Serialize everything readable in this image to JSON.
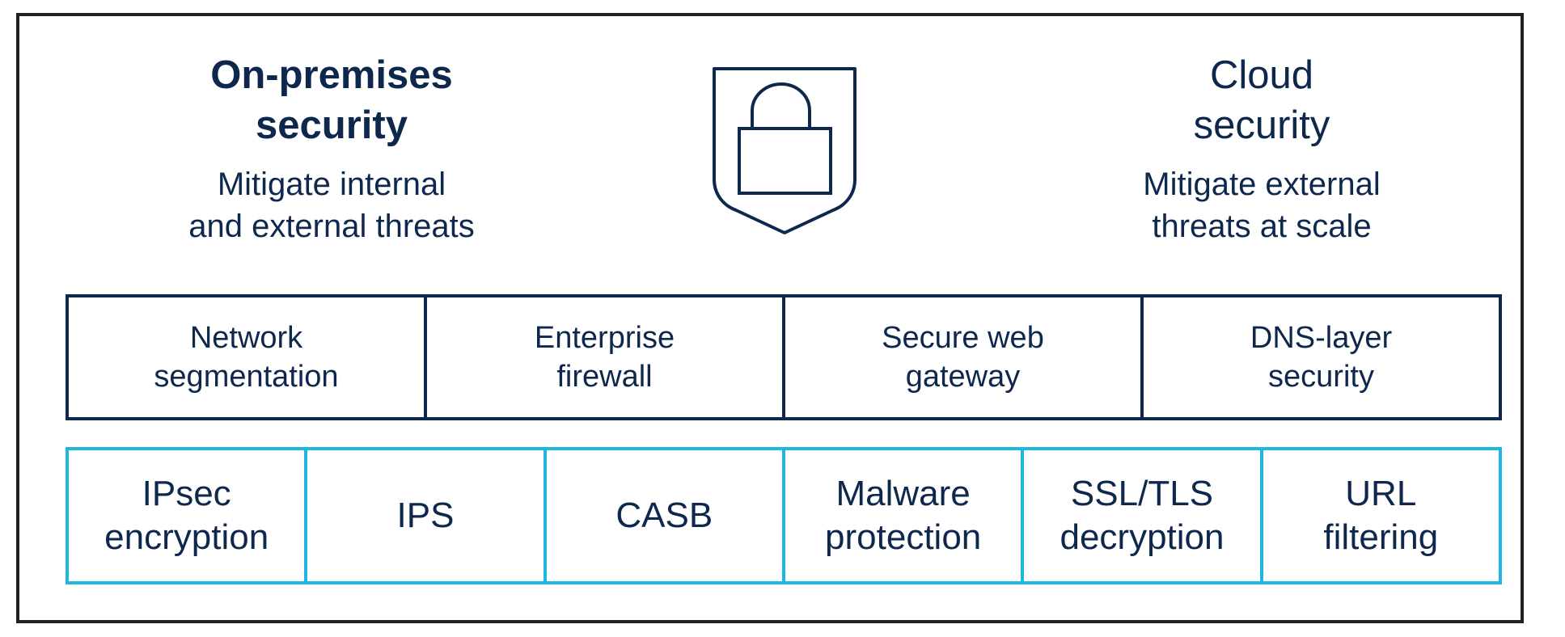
{
  "left_heading": {
    "title": "On-premises\nsecurity",
    "subtitle": "Mitigate internal\nand external threats"
  },
  "right_heading": {
    "title": "Cloud\nsecurity",
    "subtitle": "Mitigate external\nthreats at scale"
  },
  "center_icon": "shield-lock-icon",
  "top_row": [
    "Network\nsegmentation",
    "Enterprise\nfirewall",
    "Secure web\ngateway",
    "DNS-layer\nsecurity"
  ],
  "bottom_row": [
    "IPsec\nencryption",
    "IPS",
    "CASB",
    "Malware\nprotection",
    "SSL/TLS\ndecryption",
    "URL\nfiltering"
  ],
  "colors": {
    "text": "#0d274d",
    "top_border": "#0d274d",
    "bottom_border": "#1fb6e0",
    "frame": "#222222"
  }
}
